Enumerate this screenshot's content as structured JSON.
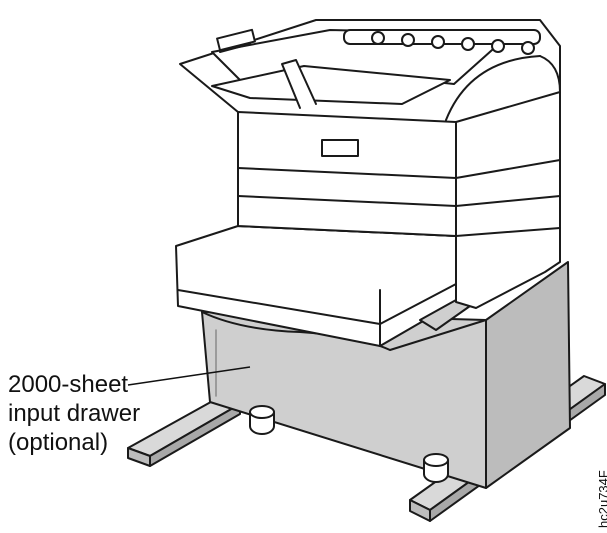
{
  "callout": {
    "lines": [
      "2000-sheet",
      "input drawer",
      "(optional)"
    ]
  },
  "figure_id": "hc2u734F",
  "colors": {
    "outline": "#1a1a1a",
    "drawer_fill": "#cfcfcf",
    "body_fill": "#ffffff"
  }
}
